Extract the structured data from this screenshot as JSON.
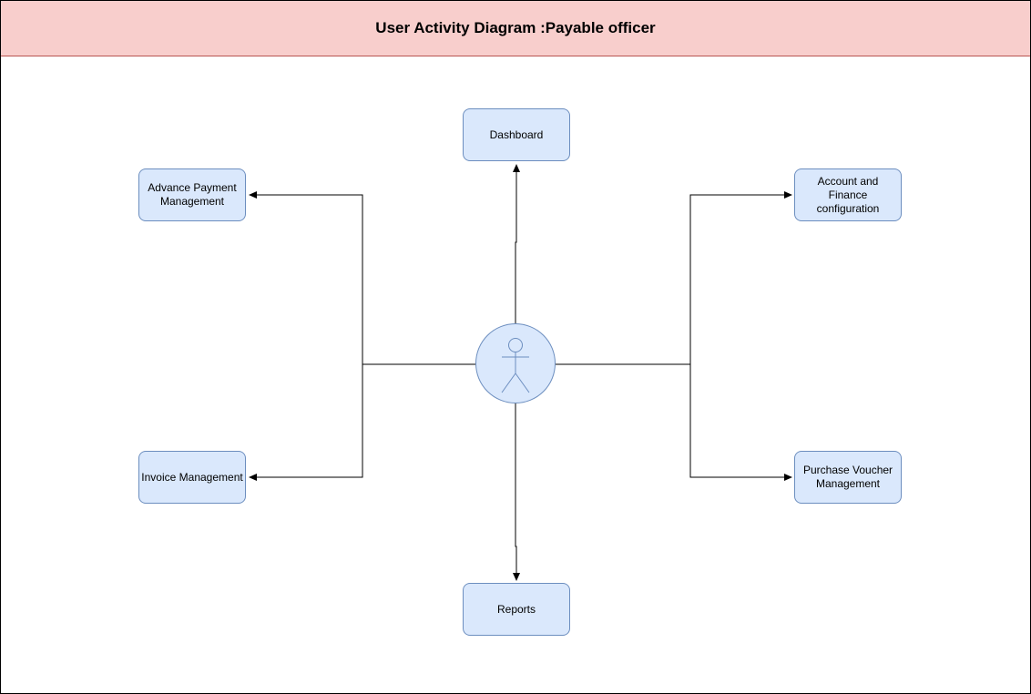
{
  "header": {
    "title": "User Activity Diagram :Payable officer"
  },
  "colors": {
    "header_fill": "#f8cecc",
    "header_border": "#b85450",
    "node_fill": "#dae8fc",
    "node_border": "#6c8ebf",
    "line": "#000000"
  },
  "nodes": {
    "dashboard": "Dashboard",
    "advance_payment": "Advance Payment\nManagement",
    "account_finance": "Account and Finance\nconfiguration",
    "invoice": "Invoice Management",
    "purchase_voucher": "Purchase Voucher\nManagement",
    "reports": "Reports"
  },
  "actor": {
    "icon": "user-stick-figure-icon"
  }
}
